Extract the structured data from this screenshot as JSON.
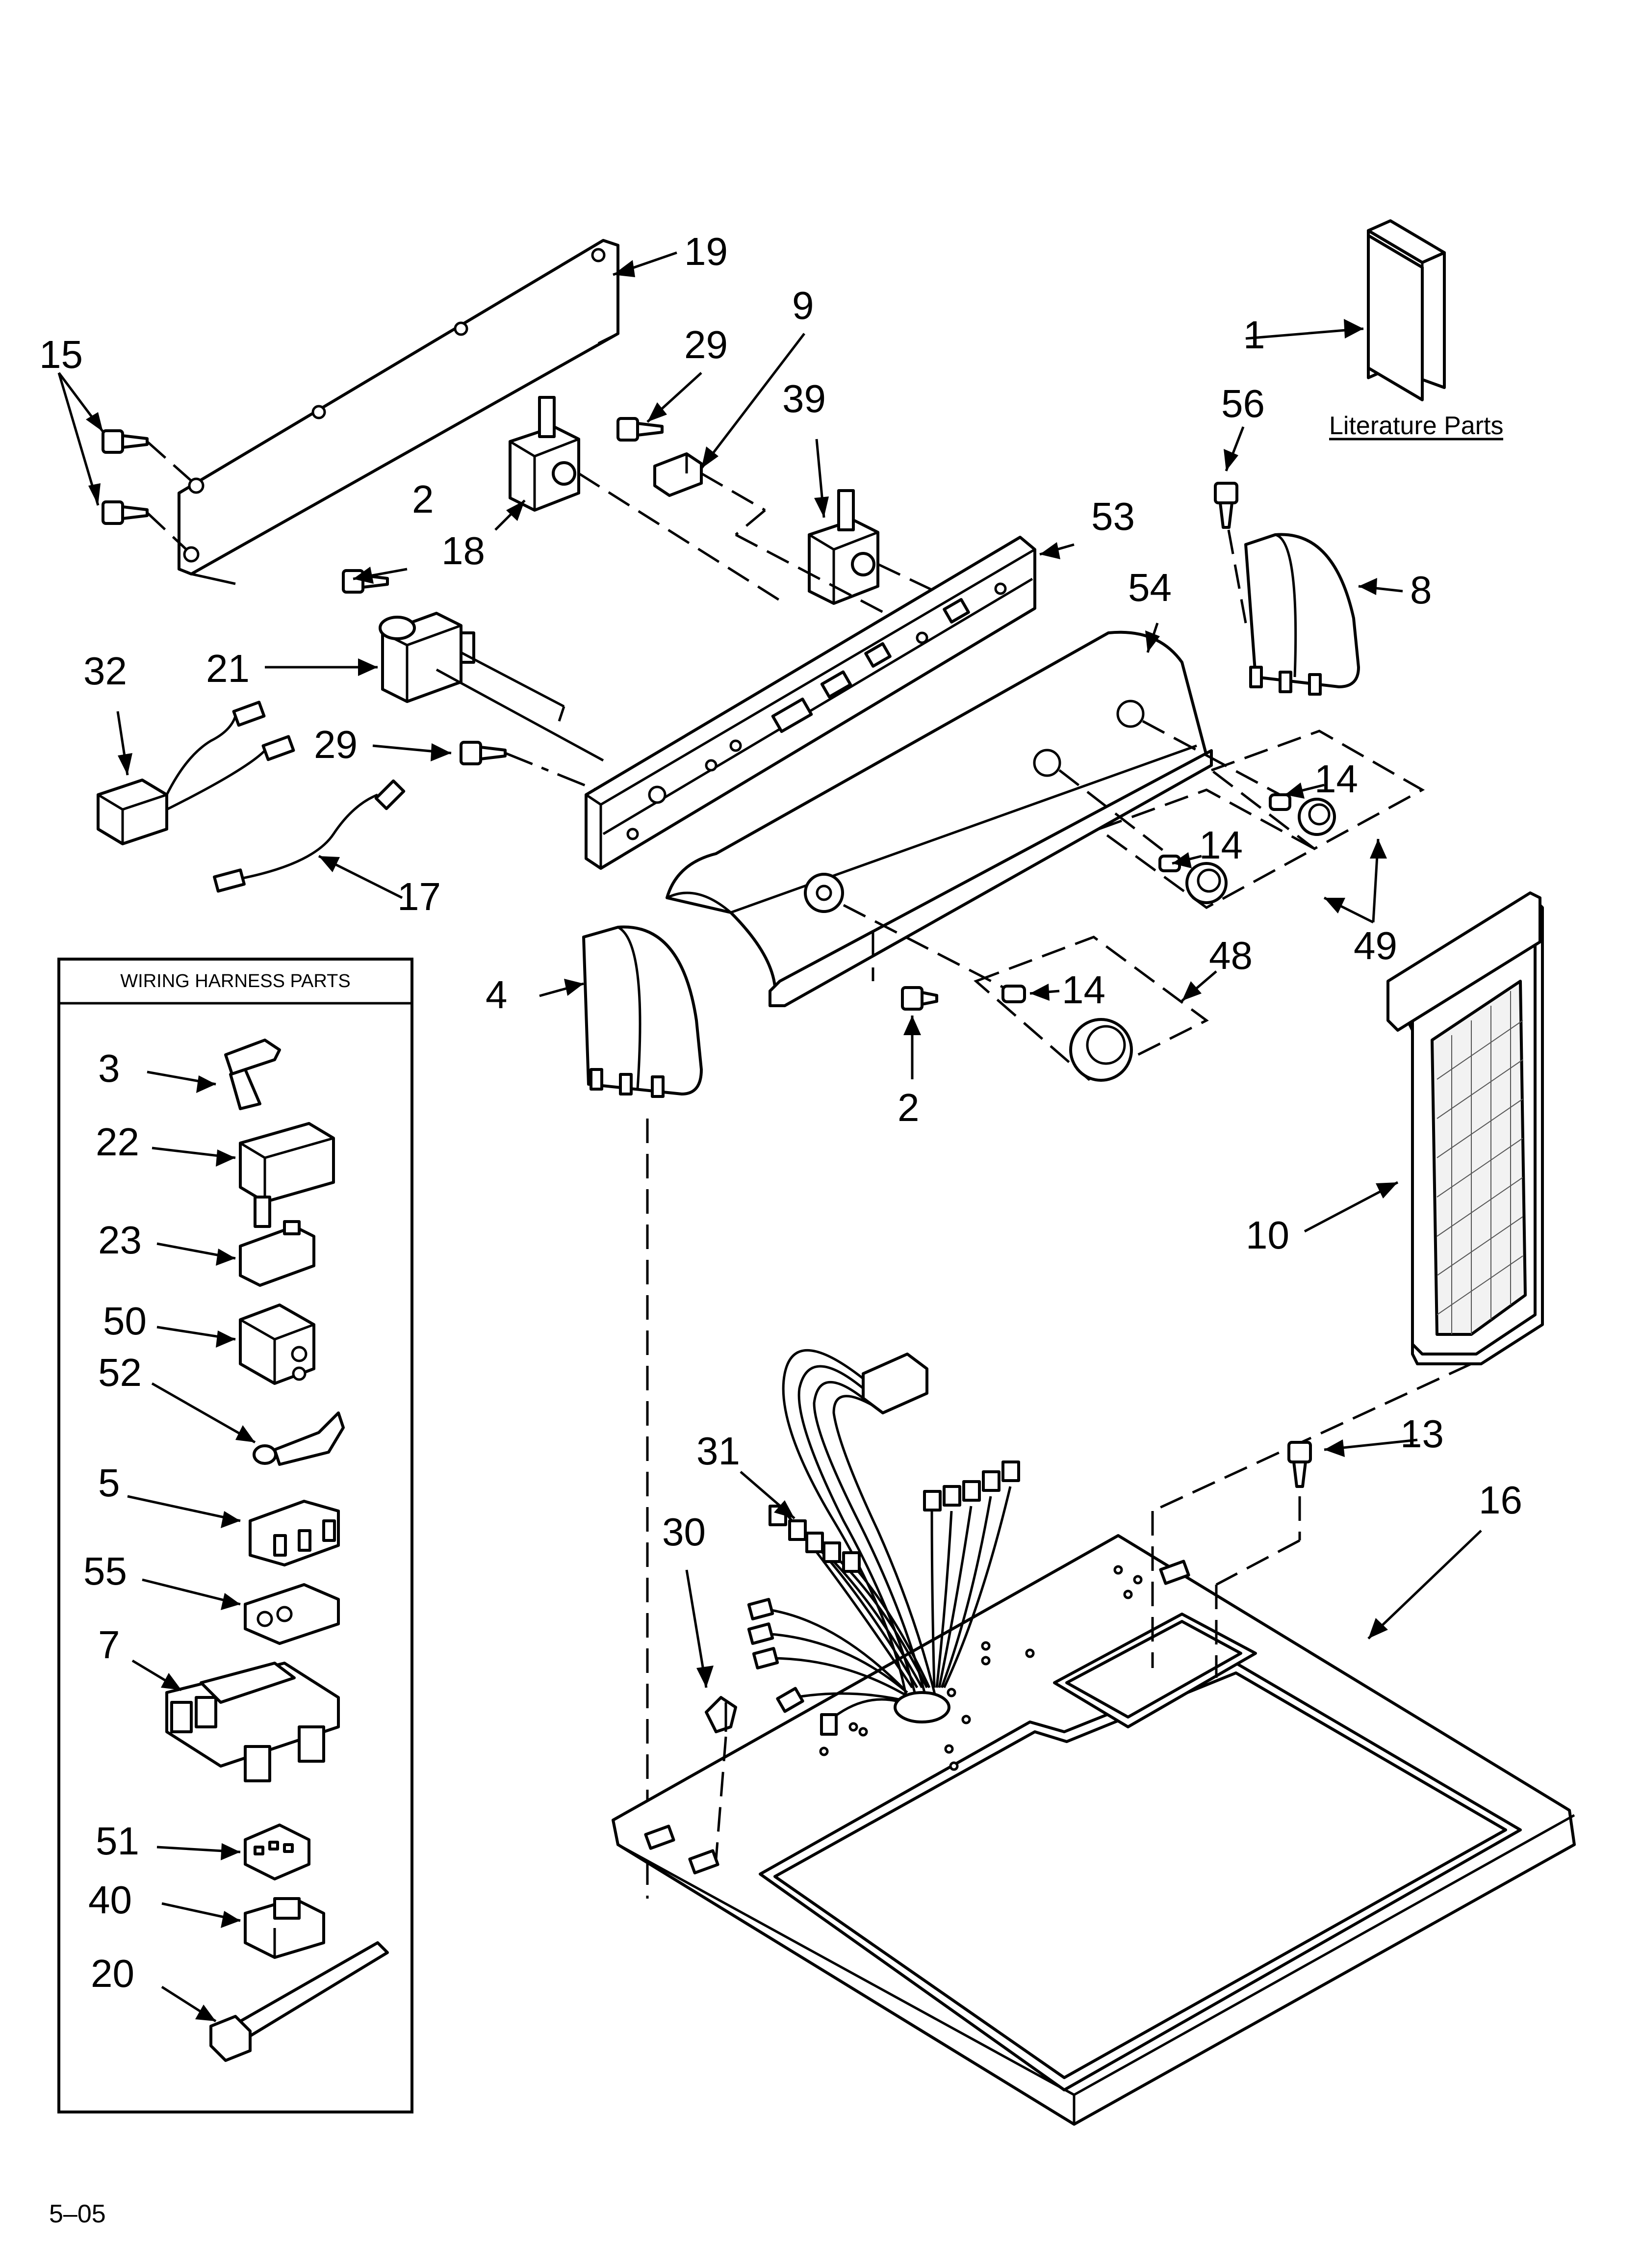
{
  "callouts": {
    "c19": "19",
    "c15": "15",
    "c29a": "29",
    "c9": "9",
    "c39": "39",
    "c1": "1",
    "c56": "56",
    "c2a": "2",
    "c18": "18",
    "c53": "53",
    "c54": "54",
    "c8": "8",
    "c32": "32",
    "c21": "21",
    "c29b": "29",
    "c14a": "14",
    "c14b": "14",
    "c14c": "14",
    "c17": "17",
    "c49": "49",
    "c48": "48",
    "c4": "4",
    "c2b": "2",
    "c10": "10",
    "c13": "13",
    "c16": "16",
    "c31": "31",
    "c30": "30",
    "h3": "3",
    "h22": "22",
    "h23": "23",
    "h50": "50",
    "h52": "52",
    "h5": "5",
    "h55": "55",
    "h7": "7",
    "h51": "51",
    "h40": "40",
    "h20": "20"
  },
  "literature_label": "Literature Parts",
  "wiring_box_title": "WIRING HARNESS PARTS",
  "footer_code": "5–05",
  "colors": {
    "ink": "#000000",
    "paper": "#ffffff"
  }
}
